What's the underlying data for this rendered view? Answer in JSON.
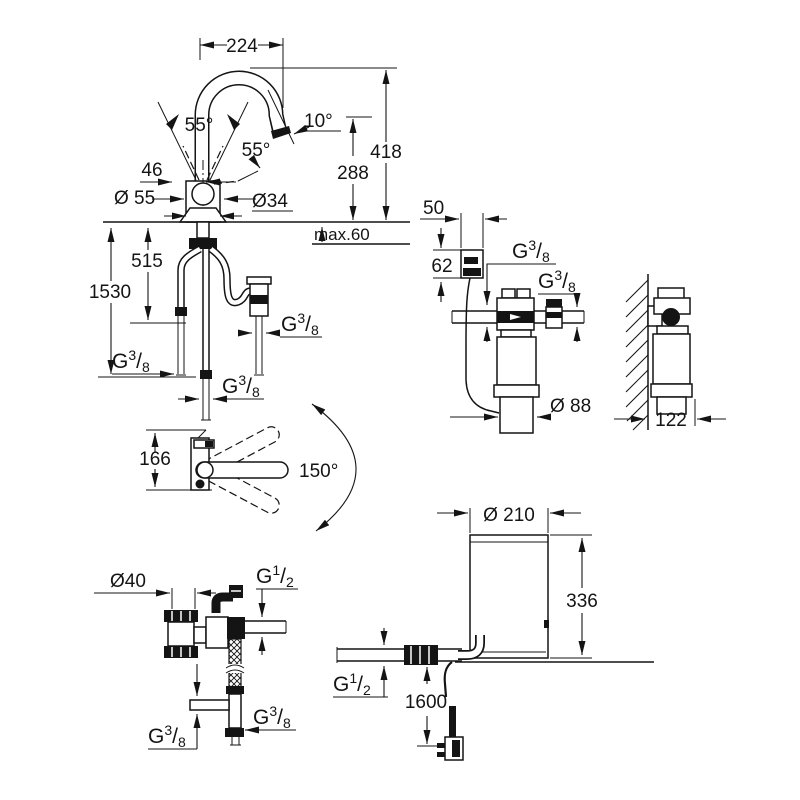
{
  "drawing": {
    "faucet_front": {
      "dim_spout_reach": "224",
      "dim_spout_tilt": "10°",
      "dim_total_height": "418",
      "dim_outlet_height": "288",
      "dim_lever_angle_front": "55°",
      "dim_lever_angle_side": "55°",
      "dim_lever_width": "46",
      "dim_base_diameter": "Ø 55",
      "dim_body_diameter": "Ø34",
      "dim_counter_max": "max.60",
      "dim_side_hose_length": "515",
      "dim_center_hose_length": "1530"
    },
    "filter_front": {
      "dim_bracket_width": "50",
      "dim_bracket_height": "62",
      "dim_canister_diameter": "Ø 88"
    },
    "filter_side": {
      "dim_wall_clearance": "122"
    },
    "swivel_top": {
      "dim_spout_height": "166",
      "dim_swivel_angle": "150°"
    },
    "connection_detail": {
      "dim_trap_diameter": "Ø40"
    },
    "boiler": {
      "dim_diameter": "Ø 210",
      "dim_height": "336",
      "dim_cable_length": "1600"
    },
    "threads": {
      "g38": {
        "letter": "G",
        "numerator": "3",
        "slash": "/",
        "denominator": "8"
      },
      "g12": {
        "letter": "G",
        "numerator": "1",
        "slash": "/",
        "denominator": "2"
      }
    }
  }
}
